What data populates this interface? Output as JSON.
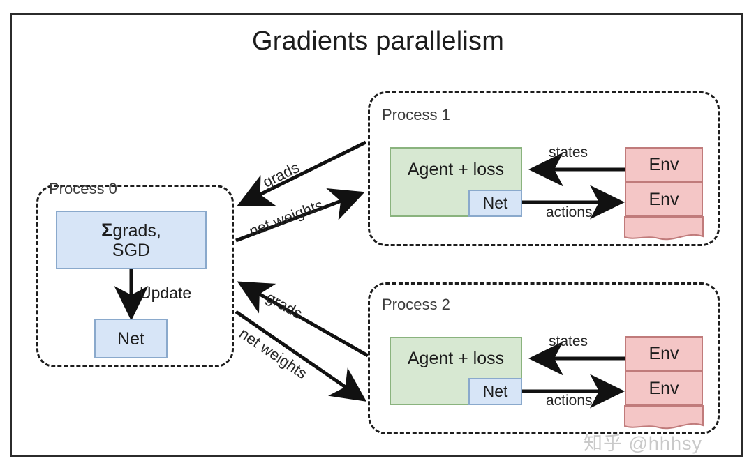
{
  "figure": {
    "title": "Gradients parallelism",
    "watermark": "知乎 @hhhsy"
  },
  "colors": {
    "blue_fill": "#d7e5f7",
    "blue_border": "#8aa9cc",
    "green_fill": "#d7e8d2",
    "green_border": "#8ab37e",
    "pink_fill": "#f4c6c6",
    "pink_border": "#c07b7b",
    "dashed_border": "#1d1d1d",
    "arrow": "#111111",
    "frame": "#2b2b2b"
  },
  "process0": {
    "label": "Process 0",
    "sum_block": {
      "sigma": "Σ",
      "line1": " grads,",
      "line2": "SGD"
    },
    "update_label": "Update",
    "net_block": "Net"
  },
  "process1": {
    "label": "Process 1",
    "agent_block": "Agent + loss",
    "net_block": "Net",
    "env_blocks": [
      "Env",
      "Env",
      ""
    ],
    "states_label": "states",
    "actions_label": "actions"
  },
  "process2": {
    "label": "Process 2",
    "agent_block": "Agent + loss",
    "net_block": "Net",
    "env_blocks": [
      "Env",
      "Env",
      ""
    ],
    "states_label": "states",
    "actions_label": "actions"
  },
  "links": {
    "top_grads": "grads",
    "top_net_weights": "net weights",
    "bottom_grads": "grads",
    "bottom_net_weights": "net weights"
  }
}
